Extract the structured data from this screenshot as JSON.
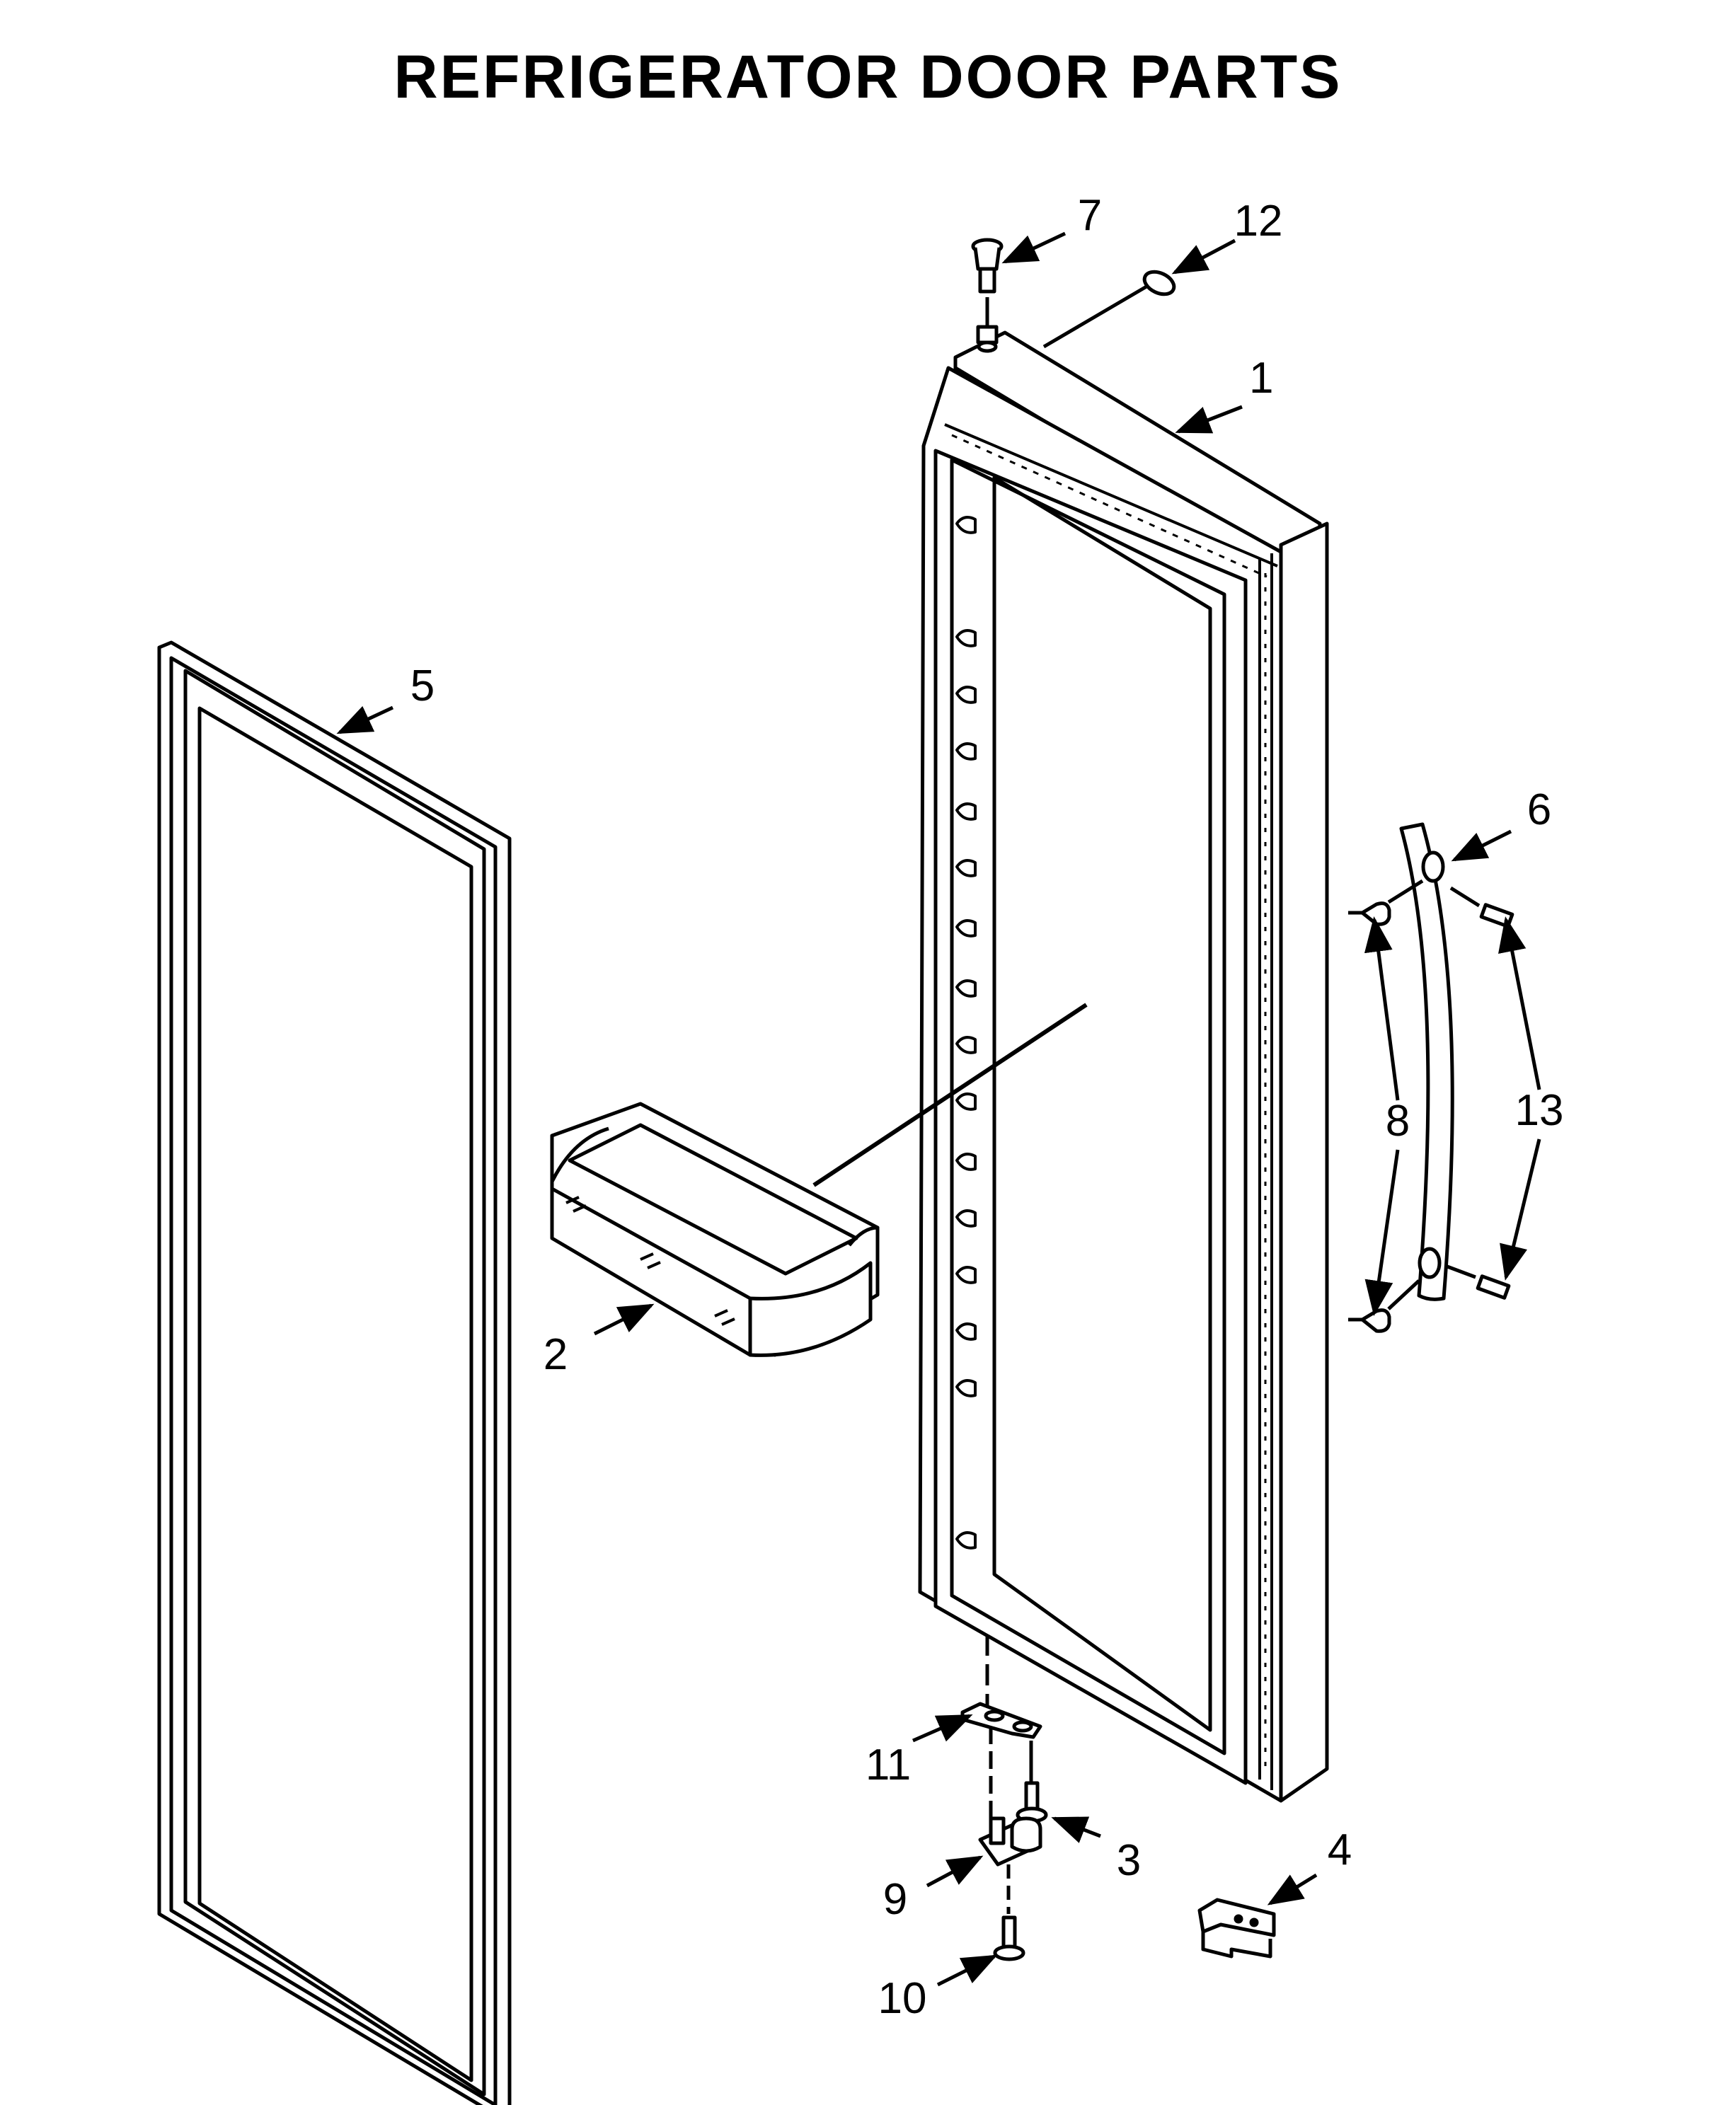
{
  "title": "REFRIGERATOR DOOR PARTS",
  "colors": {
    "line": "#000000",
    "fill": "#ffffff",
    "shade": "#dcdcdc"
  },
  "callouts": [
    {
      "id": "door",
      "label": "1"
    },
    {
      "id": "door-bin",
      "label": "2"
    },
    {
      "id": "screw-hinge",
      "label": "3"
    },
    {
      "id": "hinge-cover",
      "label": "4"
    },
    {
      "id": "door-gasket",
      "label": "5"
    },
    {
      "id": "door-handle",
      "label": "6"
    },
    {
      "id": "top-hinge-bushing",
      "label": "7"
    },
    {
      "id": "handle-mounting-stud",
      "label": "8"
    },
    {
      "id": "bottom-hinge",
      "label": "9"
    },
    {
      "id": "screw-bottom",
      "label": "10"
    },
    {
      "id": "hinge-shim",
      "label": "11"
    },
    {
      "id": "wire-ring",
      "label": "12"
    },
    {
      "id": "set-screw",
      "label": "13"
    }
  ]
}
